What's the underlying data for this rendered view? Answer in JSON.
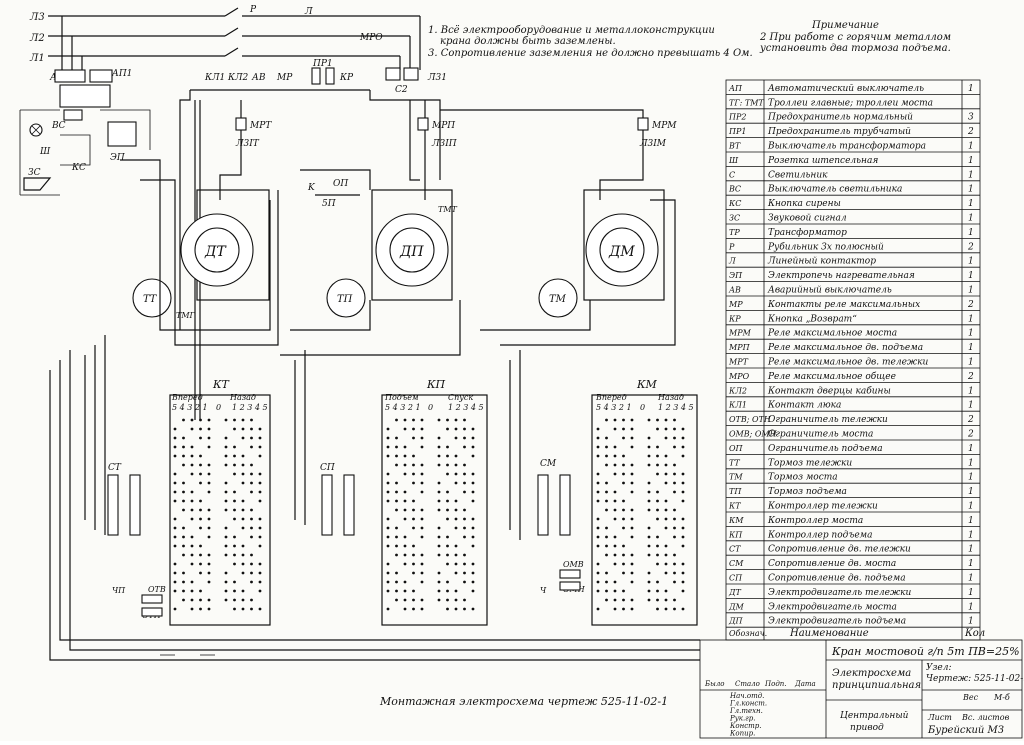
{
  "notes": {
    "n1a": "1. Всё электрооборудование и металлоконструкции",
    "n1b": "крана должны быть заземлены.",
    "n3": "3. Сопротивление заземления не должно превышать 4 Ом.",
    "prim_title": "Примечание",
    "prim_a": "2 При работе с горячим металлом",
    "prim_b": "установить два тормоза подъема."
  },
  "bom": [
    {
      "code": "АП",
      "name": "Автоматический выключатель",
      "qty": "1"
    },
    {
      "code": "ТГ: ТМТ",
      "name": "Троллеи главные; троллеи моста",
      "qty": ""
    },
    {
      "code": "ПР2",
      "name": "Предохранитель нормальный",
      "qty": "3"
    },
    {
      "code": "ПР1",
      "name": "Предохранитель трубчатый",
      "qty": "2"
    },
    {
      "code": "ВТ",
      "name": "Выключатель трансформатора",
      "qty": "1"
    },
    {
      "code": "Ш",
      "name": "Розетка штепсельная",
      "qty": "1"
    },
    {
      "code": "С",
      "name": "Светильник",
      "qty": "1"
    },
    {
      "code": "ВС",
      "name": "Выключатель светильника",
      "qty": "1"
    },
    {
      "code": "КС",
      "name": "Кнопка сирены",
      "qty": "1"
    },
    {
      "code": "ЗС",
      "name": "Звуковой сигнал",
      "qty": "1"
    },
    {
      "code": "ТР",
      "name": "Трансформатор",
      "qty": "1"
    },
    {
      "code": "Р",
      "name": "Рубильник 3х полюсный",
      "qty": "2"
    },
    {
      "code": "Л",
      "name": "Линейный контактор",
      "qty": "1"
    },
    {
      "code": "ЭП",
      "name": "Электропечь нагревательная",
      "qty": "1"
    },
    {
      "code": "АВ",
      "name": "Аварийный выключатель",
      "qty": "1"
    },
    {
      "code": "МР",
      "name": "Контакты реле максимальных",
      "qty": "2"
    },
    {
      "code": "КР",
      "name": "Кнопка „Возврат“",
      "qty": "1"
    },
    {
      "code": "МРМ",
      "name": "Реле максимальное моста",
      "qty": "1"
    },
    {
      "code": "МРП",
      "name": "Реле максимальное дв. подъема",
      "qty": "1"
    },
    {
      "code": "МРТ",
      "name": "Реле максимальное дв. тележки",
      "qty": "1"
    },
    {
      "code": "МРО",
      "name": "Реле максимальное общее",
      "qty": "2"
    },
    {
      "code": "КЛ2",
      "name": "Контакт дверцы кабины",
      "qty": "1"
    },
    {
      "code": "КЛ1",
      "name": "Контакт люка",
      "qty": "1"
    },
    {
      "code": "ОТВ; ОТН",
      "name": "Ограничитель тележки",
      "qty": "2"
    },
    {
      "code": "ОМВ; ОМН",
      "name": "Ограничитель моста",
      "qty": "2"
    },
    {
      "code": "ОП",
      "name": "Ограничитель подъема",
      "qty": "1"
    },
    {
      "code": "ТТ",
      "name": "Тормоз тележки",
      "qty": "1"
    },
    {
      "code": "ТМ",
      "name": "Тормоз моста",
      "qty": "1"
    },
    {
      "code": "ТП",
      "name": "Тормоз подъема",
      "qty": "1"
    },
    {
      "code": "КТ",
      "name": "Контроллер тележки",
      "qty": "1"
    },
    {
      "code": "КМ",
      "name": "Контроллер моста",
      "qty": "1"
    },
    {
      "code": "КП",
      "name": "Контроллер подъема",
      "qty": "1"
    },
    {
      "code": "СТ",
      "name": "Сопротивление дв. тележки",
      "qty": "1"
    },
    {
      "code": "СМ",
      "name": "Сопротивление дв. моста",
      "qty": "1"
    },
    {
      "code": "СП",
      "name": "Сопротивление дв. подъема",
      "qty": "1"
    },
    {
      "code": "ДТ",
      "name": "Электродвигатель тележки",
      "qty": "1"
    },
    {
      "code": "ДМ",
      "name": "Электродвигатель моста",
      "qty": "1"
    },
    {
      "code": "ДП",
      "name": "Электродвигатель подъема",
      "qty": "1"
    }
  ],
  "bom_head": {
    "code": "Обознач.",
    "name": "Наименование",
    "qty": "Кол"
  },
  "title_block": {
    "crane": "Кран мостовой г/п 5т ПВ=25%",
    "doc_a": "Электросхема",
    "doc_b": "принципиальная",
    "node": "Узел:",
    "drawing": "Чертеж: 525-11-02-1",
    "weight": "Вес",
    "scale": "М-б",
    "drive_a": "Центральный",
    "drive_b": "привод",
    "sheet": "Лист",
    "sheets": "Вс. листов",
    "org": "Бурейский МЗ",
    "roles": [
      "Нач.отд.",
      "Гл.конст.",
      "Гл.техн.",
      "Рук.гр.",
      "Констр.",
      "Копир."
    ],
    "cols": [
      "Было",
      "Стало",
      "Подп.",
      "Дата"
    ]
  },
  "footer_caption": "Монтажная электросхема чертеж 525-11-02-1",
  "lines": {
    "l3": "Л3",
    "l2": "Л2",
    "l1": "Л1"
  },
  "labels": {
    "ap2": "АП2",
    "ap1": "АП1",
    "p": "Р",
    "l": "Л",
    "kl1": "КЛ1",
    "kl2": "КЛ2",
    "av": "АВ",
    "mr": "МР",
    "pr1": "ПР1",
    "kr": "КР",
    "mro": "МРО",
    "l31": "Л31",
    "c2": "С2",
    "mrt": "МРТ",
    "l3it": "Л3IТ",
    "mrp": "МРП",
    "l3ip": "Л3IП",
    "mrm": "МРМ",
    "l3im": "Л3IМ",
    "ep": "ЭП",
    "vs": "ВС",
    "sh": "Ш",
    "zs": "ЗС",
    "ks": "КС",
    "op": "ОП",
    "op5": "5П",
    "tmt": "ТМТ",
    "tmg": "ТМГ",
    "dt": "ДТ",
    "dp": "ДП",
    "dm": "ДМ",
    "tt": "ТТ",
    "tp": "ТП",
    "tm": "ТМ",
    "kt": "КТ",
    "kp": "КП",
    "km": "КМ",
    "st": "СТ",
    "sp": "СП",
    "sm": "СМ",
    "vpered": "Вперед",
    "nazad": "Назад",
    "podem": "Подъем",
    "spusk": "Спуск",
    "otv": "ОТВ",
    "otn": "ОТН",
    "omv": "ОМВ",
    "omn": "ОМН",
    "ch": "ЧП",
    "ch2": "Ч",
    "nums54321": "5 4 3 2 1",
    "nums12345": "1 2 3 4 5",
    "zero": "0"
  }
}
